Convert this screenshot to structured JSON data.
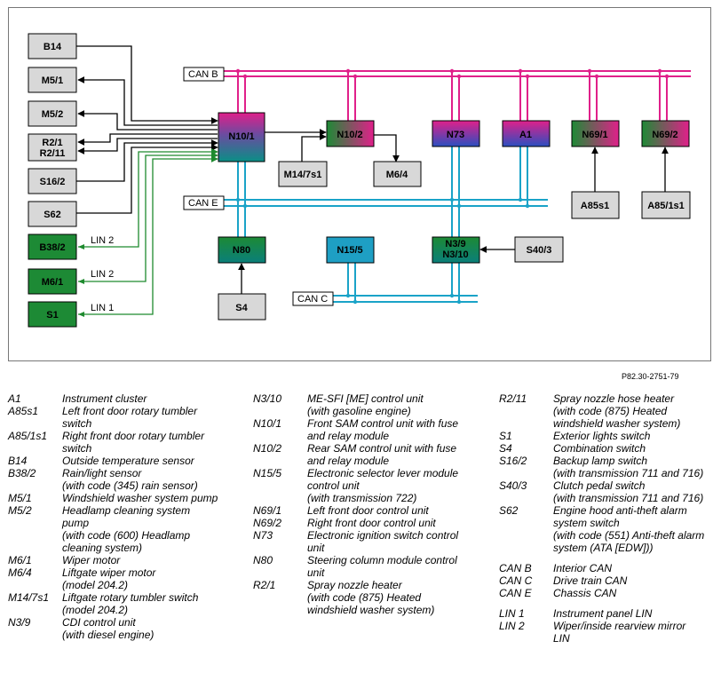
{
  "diagram": {
    "ref": "P82.30-2751-79",
    "nodes": {
      "B14": "B14",
      "M5_1": "M5/1",
      "M5_2": "M5/2",
      "R2_1": "R2/1",
      "R2_11": "R2/11",
      "S16_2": "S16/2",
      "S62": "S62",
      "B38_2": "B38/2",
      "M6_1": "M6/1",
      "S1": "S1",
      "N10_1": "N10/1",
      "N10_2": "N10/2",
      "M14_7s1": "M14/7s1",
      "M6_4": "M6/4",
      "N73": "N73",
      "A1": "A1",
      "N69_1": "N69/1",
      "N69_2": "N69/2",
      "A85s1": "A85s1",
      "A85_1s1": "A85/1s1",
      "N80": "N80",
      "N15_5": "N15/5",
      "N3_9": "N3/9",
      "N3_10": "N3/10",
      "S40_3": "S40/3",
      "S4": "S4"
    },
    "buses": {
      "can_b": "CAN B",
      "can_e": "CAN E",
      "can_c": "CAN C"
    },
    "lin": {
      "lin2_a": "LIN 2",
      "lin2_b": "LIN 2",
      "lin1": "LIN 1"
    },
    "colors": {
      "can_b": "#e0208a",
      "can_e": "#1aa3c8",
      "can_c": "#1aa3c8",
      "lin": "#1e8a2e",
      "gray_box": "#d8d8d8",
      "green_box": "#1d8a35",
      "teal_box": "#0a7f7a"
    }
  },
  "legend": {
    "col1": [
      {
        "code": "A1",
        "desc": "Instrument cluster"
      },
      {
        "code": "A85s1",
        "desc": "Left front door rotary tumbler\nswitch"
      },
      {
        "code": "A85/1s1",
        "desc": "Right front door rotary tumbler\nswitch"
      },
      {
        "code": "B14",
        "desc": "Outside temperature sensor"
      },
      {
        "code": "B38/2",
        "desc": "Rain/light sensor\n(with code (345) rain sensor)"
      },
      {
        "code": "M5/1",
        "desc": "Windshield washer system pump"
      },
      {
        "code": "M5/2",
        "desc": "Headlamp cleaning system\npump\n(with code (600) Headlamp\ncleaning system)"
      },
      {
        "code": "M6/1",
        "desc": "Wiper motor"
      },
      {
        "code": "M6/4",
        "desc": "Liftgate wiper motor\n(model 204.2)"
      },
      {
        "code": "M14/7s1",
        "desc": "Liftgate rotary tumbler switch\n(model 204.2)"
      },
      {
        "code": "N3/9",
        "desc": "CDI control unit\n(with diesel engine)"
      }
    ],
    "col2": [
      {
        "code": "N3/10",
        "desc": "ME-SFI [ME] control unit\n(with gasoline engine)"
      },
      {
        "code": "N10/1",
        "desc": "Front SAM control unit with fuse\nand relay module"
      },
      {
        "code": "N10/2",
        "desc": "Rear SAM control unit with fuse\nand relay module"
      },
      {
        "code": "N15/5",
        "desc": "Electronic selector lever module\ncontrol unit\n(with transmission 722)"
      },
      {
        "code": "N69/1",
        "desc": "Left front door control unit"
      },
      {
        "code": "N69/2",
        "desc": "Right front door control unit"
      },
      {
        "code": "N73",
        "desc": "Electronic ignition switch control\nunit"
      },
      {
        "code": "N80",
        "desc": "Steering column module control\nunit"
      },
      {
        "code": "R2/1",
        "desc": "Spray nozzle heater\n(with code (875) Heated\nwindshield washer system)"
      }
    ],
    "col3": [
      {
        "code": "R2/11",
        "desc": "Spray nozzle hose heater\n(with code (875) Heated\nwindshield washer system)"
      },
      {
        "code": "S1",
        "desc": "Exterior lights switch"
      },
      {
        "code": "S4",
        "desc": "Combination switch"
      },
      {
        "code": "S16/2",
        "desc": "Backup lamp switch\n (with transmission 711 and 716)"
      },
      {
        "code": "S40/3",
        "desc": "Clutch pedal switch\n (with transmission 711 and 716)"
      },
      {
        "code": "S62",
        "desc": "Engine hood anti-theft alarm\nsystem switch\n(with code (551) Anti-theft alarm\nsystem (ATA [EDW]))"
      }
    ],
    "col3_bus": [
      {
        "code": "CAN B",
        "desc": "Interior CAN"
      },
      {
        "code": "CAN C",
        "desc": "Drive train CAN"
      },
      {
        "code": "CAN E",
        "desc": "Chassis CAN"
      }
    ],
    "col3_lin": [
      {
        "code": "LIN 1",
        "desc": "Instrument panel LIN"
      },
      {
        "code": "LIN 2",
        "desc": "Wiper/inside rearview mirror\nLIN"
      }
    ]
  }
}
